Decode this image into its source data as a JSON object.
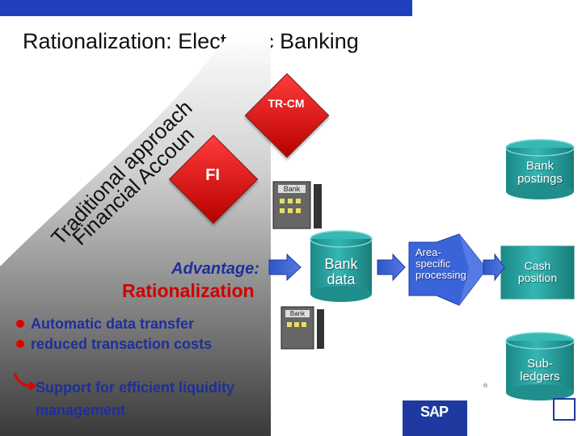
{
  "slide": {
    "title": "Rationalization: Electronic Banking",
    "curved_text": {
      "line1": "Traditional approach with",
      "line2": "Financial Accounting"
    },
    "tr_cm_label": "TR-CM",
    "fi_label": "FI",
    "bank_postings_label_1": "Bank",
    "bank_postings_label_2": "postings",
    "advantage_label": "Advantage:",
    "rationalization_label": "Rationalization",
    "bank_data_label_1": "Bank",
    "bank_data_label_2": "data",
    "area_label_1": "Area-",
    "area_label_2": "specific",
    "area_label_3": "processing",
    "cash_label_1": "Cash",
    "cash_label_2": "position",
    "sub_label_1": "Sub-",
    "sub_label_2": "ledgers",
    "bullets": [
      "Automatic data transfer",
      "reduced transaction costs"
    ],
    "support_label_1": "Support for efficient liquidity",
    "support_label_2": "management",
    "bank_building_label": "Bank",
    "logo_text": "SAP",
    "colors": {
      "title": "#111111",
      "blue_text": "#1d2f9c",
      "red": "#e00000",
      "teal": "#2aa7a5",
      "navy": "#1e3aa0"
    }
  }
}
